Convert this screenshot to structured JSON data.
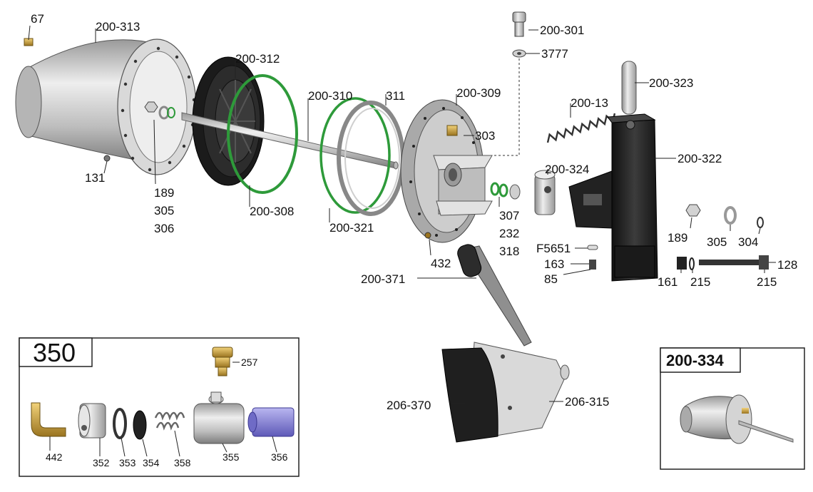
{
  "callouts": {
    "c67": "67",
    "c200_313": "200-313",
    "c200_312": "200-312",
    "c200_310": "200-310",
    "c311": "311",
    "c200_309": "200-309",
    "c200_301": "200-301",
    "c3777": "3777",
    "c200_323": "200-323",
    "c200_13": "200-13",
    "c303": "303",
    "c200_322": "200-322",
    "c200_324": "200-324",
    "c131": "131",
    "c189a": "189",
    "c305a": "305",
    "c306": "306",
    "c200_308": "200-308",
    "c200_321": "200-321",
    "c307": "307",
    "c232": "232",
    "c318": "318",
    "c432": "432",
    "c189b": "189",
    "c305b": "305",
    "c304": "304",
    "cF5651": "F5651",
    "c163": "163",
    "c85": "85",
    "c161": "161",
    "c215a": "215",
    "c215b": "215",
    "c128": "128",
    "c200_371": "200-371",
    "c206_370": "206-370",
    "c206_315": "206-315"
  },
  "inset350": {
    "title": "350",
    "labels": {
      "c257": "257",
      "c442": "442",
      "c352": "352",
      "c353": "353",
      "c354": "354",
      "c358": "358",
      "c355": "355",
      "c356": "356"
    }
  },
  "inset334": {
    "title": "200-334"
  },
  "colors": {
    "silver": "#c9c9c9",
    "dark": "#2a2a2a",
    "oring_green": "#2e9a3a",
    "brass": "#c9a23a",
    "purple": "#8a86d6"
  }
}
